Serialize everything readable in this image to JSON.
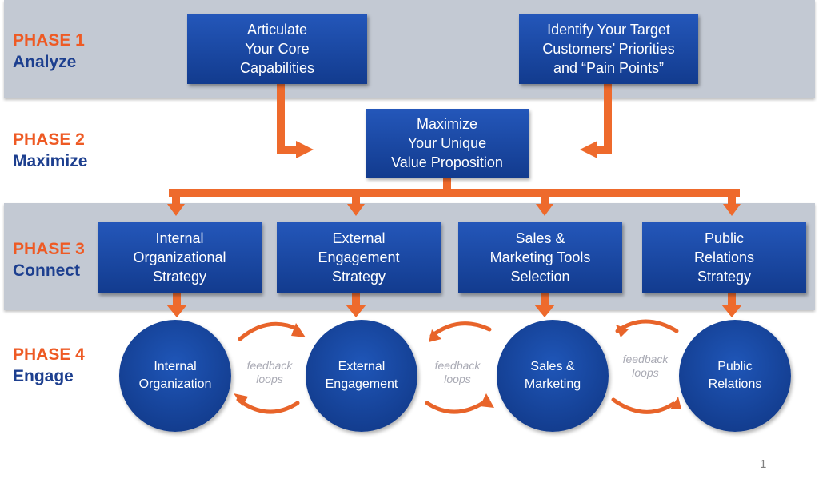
{
  "phases": [
    {
      "number": "PHASE 1",
      "name": "Analyze"
    },
    {
      "number": "PHASE 2",
      "name": "Maximize"
    },
    {
      "number": "PHASE 3",
      "name": "Connect"
    },
    {
      "number": "PHASE 4",
      "name": "Engage"
    }
  ],
  "phase1": {
    "box_left": "Articulate\nYour Core\nCapabilities",
    "box_right": "Identify Your Target\nCustomers’ Priorities\nand “Pain Points”"
  },
  "phase2": {
    "box": "Maximize\nYour Unique\nValue Proposition"
  },
  "phase3": {
    "boxes": [
      "Internal\nOrganizational\nStrategy",
      "External\nEngagement\nStrategy",
      "Sales &\nMarketing Tools\nSelection",
      "Public\nRelations\nStrategy"
    ]
  },
  "phase4": {
    "circles": [
      "Internal\nOrganization",
      "External\nEngagement",
      "Sales &\nMarketing",
      "Public\nRelations"
    ],
    "feedback_label": "feedback\nloops"
  },
  "colors": {
    "arrow": "#ee6a2c",
    "phase_number": "#ee5a24",
    "phase_name": "#1d3f8f",
    "box": "#1a4aa6",
    "band": "#c3c9d3"
  },
  "page_number": "1"
}
